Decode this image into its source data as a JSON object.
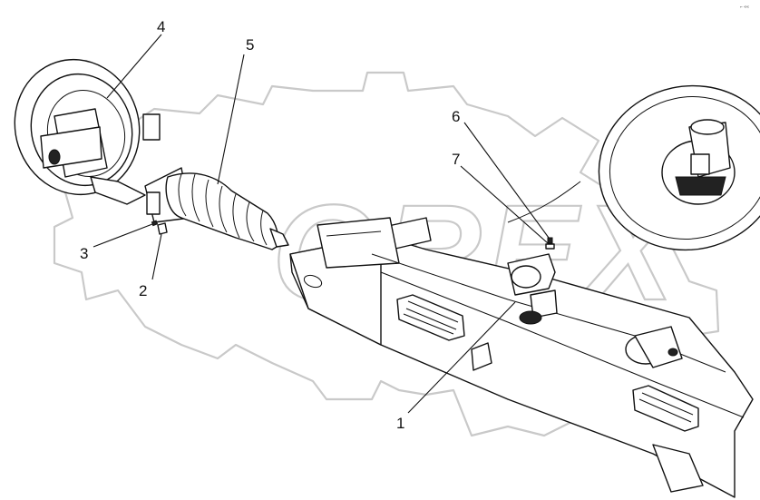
{
  "watermark": {
    "text": "OREX"
  },
  "corner_mark": {
    "text": "⌐ ««"
  },
  "parts": [
    {
      "id": "idler-wheel",
      "label": "4"
    },
    {
      "id": "recoil-spring",
      "label": "5"
    },
    {
      "id": "bolt",
      "label": "3"
    },
    {
      "id": "washer",
      "label": "2"
    },
    {
      "id": "track-frame",
      "label": "1"
    },
    {
      "id": "fastener-top",
      "label": "6"
    },
    {
      "id": "grease-line",
      "label": "7"
    }
  ]
}
